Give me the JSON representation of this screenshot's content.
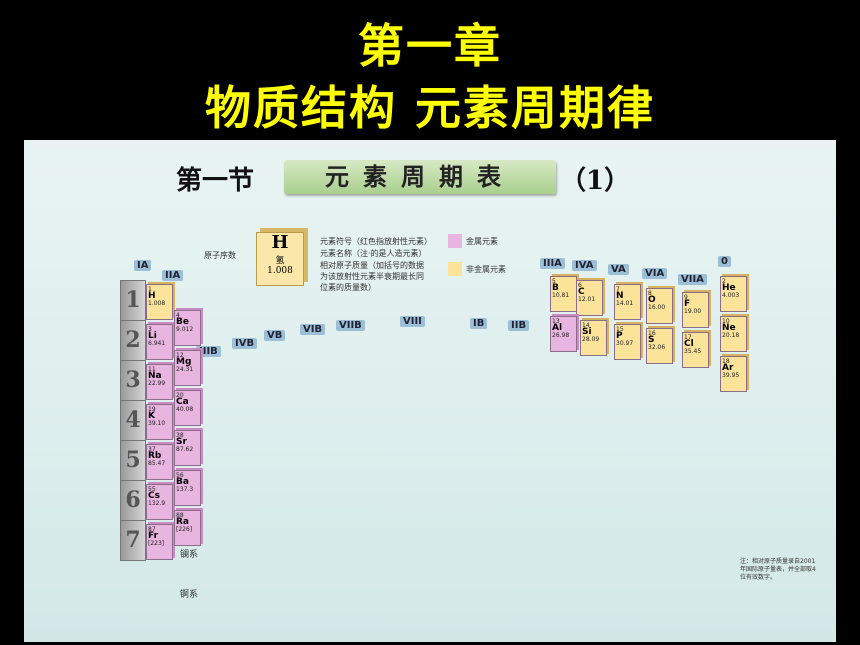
{
  "chapter": {
    "line1": "第一章",
    "line2": "物质结构 元素周期律"
  },
  "section": {
    "prefix": "第一节",
    "banner": "元素周期表",
    "suffix": "（1）"
  },
  "legend": {
    "key_number_label": "原子序数",
    "key_symbol": "H",
    "key_name": "氢",
    "key_mass": "1.008",
    "notes": [
      "元素符号（红色指放射性元素）",
      "元素名称（注·的是人造元素）",
      "相对原子质量（加括号的数据为该放射性元素半衰期最长同位素的质量数）"
    ],
    "metal": "金属元素",
    "nonmetal": "非金属元素"
  },
  "groups": [
    "IA",
    "IIA",
    "IIIB",
    "IVB",
    "VB",
    "VIB",
    "VIIB",
    "VIII",
    "IB",
    "IIB",
    "IIIA",
    "IVA",
    "VA",
    "VIA",
    "VIIA",
    "0"
  ],
  "periods": [
    "1",
    "2",
    "3",
    "4",
    "5",
    "6",
    "7"
  ],
  "series": [
    "镧系",
    "锕系"
  ],
  "colors": {
    "metal": "#e8b4e0",
    "nonmetal": "#fbe39a",
    "title": "#ffff00"
  },
  "elements": [
    {
      "n": "1",
      "s": "H",
      "m": "1.008",
      "t": "nonmetal"
    },
    {
      "n": "3",
      "s": "Li",
      "m": "6.941",
      "t": "metal"
    },
    {
      "n": "4",
      "s": "Be",
      "m": "9.012",
      "t": "metal"
    },
    {
      "n": "11",
      "s": "Na",
      "m": "22.99",
      "t": "metal"
    },
    {
      "n": "12",
      "s": "Mg",
      "m": "24.31",
      "t": "metal"
    },
    {
      "n": "19",
      "s": "K",
      "m": "39.10",
      "t": "metal"
    },
    {
      "n": "20",
      "s": "Ca",
      "m": "40.08",
      "t": "metal"
    },
    {
      "n": "37",
      "s": "Rb",
      "m": "85.47",
      "t": "metal"
    },
    {
      "n": "38",
      "s": "Sr",
      "m": "87.62",
      "t": "metal"
    },
    {
      "n": "55",
      "s": "Cs",
      "m": "132.9",
      "t": "metal"
    },
    {
      "n": "56",
      "s": "Ba",
      "m": "137.3",
      "t": "metal"
    },
    {
      "n": "87",
      "s": "Fr",
      "m": "[223]",
      "t": "metal"
    },
    {
      "n": "88",
      "s": "Ra",
      "m": "[226]",
      "t": "metal"
    },
    {
      "n": "5",
      "s": "B",
      "m": "10.81",
      "t": "nonmetal"
    },
    {
      "n": "6",
      "s": "C",
      "m": "12.01",
      "t": "nonmetal"
    },
    {
      "n": "7",
      "s": "N",
      "m": "14.01",
      "t": "nonmetal"
    },
    {
      "n": "8",
      "s": "O",
      "m": "16.00",
      "t": "nonmetal"
    },
    {
      "n": "9",
      "s": "F",
      "m": "19.00",
      "t": "nonmetal"
    },
    {
      "n": "2",
      "s": "He",
      "m": "4.003",
      "t": "nonmetal"
    },
    {
      "n": "10",
      "s": "Ne",
      "m": "20.18",
      "t": "nonmetal"
    },
    {
      "n": "13",
      "s": "Al",
      "m": "26.98",
      "t": "metal"
    },
    {
      "n": "14",
      "s": "Si",
      "m": "28.09",
      "t": "nonmetal"
    },
    {
      "n": "15",
      "s": "P",
      "m": "30.97",
      "t": "nonmetal"
    },
    {
      "n": "16",
      "s": "S",
      "m": "32.06",
      "t": "nonmetal"
    },
    {
      "n": "17",
      "s": "Cl",
      "m": "35.45",
      "t": "nonmetal"
    },
    {
      "n": "18",
      "s": "Ar",
      "m": "39.95",
      "t": "nonmetal"
    }
  ],
  "footnote": "注：相对原子质量录自2001年国际原子量表，并全部取4位有效数字。"
}
